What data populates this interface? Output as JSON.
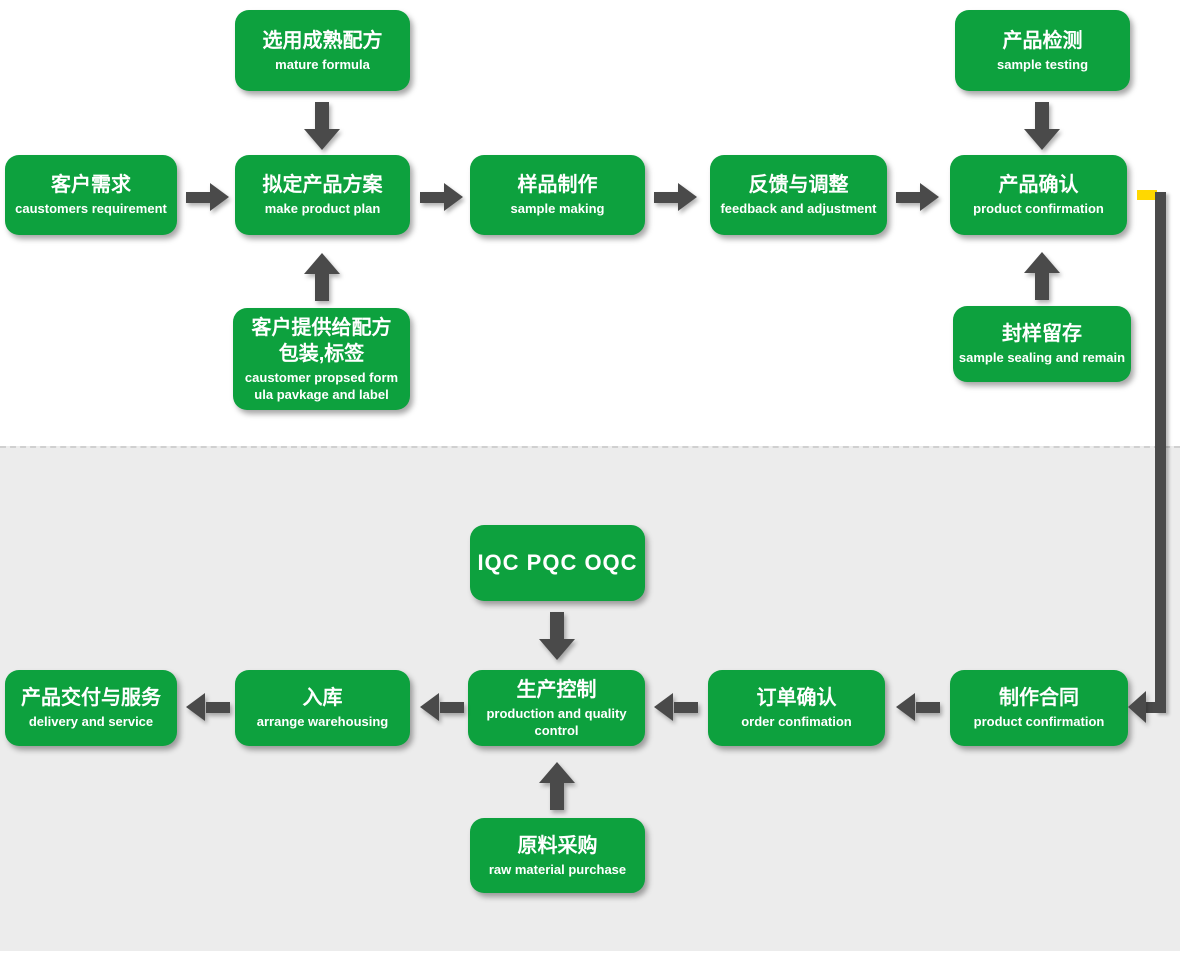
{
  "colors": {
    "box_green": "#0da13e",
    "arrow_gray": "#4a4a4a",
    "connector_yellow": "#ffd800",
    "section_gray": "#ececec",
    "text_white": "#ffffff"
  },
  "nodes": [
    {
      "id": "mature-formula",
      "title": "选用成熟配方",
      "subtitle": "mature formula"
    },
    {
      "id": "sample-testing",
      "title": "产品检测",
      "subtitle": "sample testing"
    },
    {
      "id": "customer-requirement",
      "title": "客户需求",
      "subtitle": "caustomers requirement"
    },
    {
      "id": "make-product-plan",
      "title": "拟定产品方案",
      "subtitle": "make product plan"
    },
    {
      "id": "sample-making",
      "title": "样品制作",
      "subtitle": "sample making"
    },
    {
      "id": "feedback-adjustment",
      "title": "反馈与调整",
      "subtitle": "feedback and adjustment"
    },
    {
      "id": "product-confirmation",
      "title": "产品确认",
      "subtitle": "product confirmation"
    },
    {
      "id": "customer-formula",
      "title": "客户提供给配方",
      "title_line2": "包装,标签",
      "subtitle": "caustomer propsed form",
      "subtitle_line2": "ula pavkage and label"
    },
    {
      "id": "sample-sealing",
      "title": "封样留存",
      "subtitle": "sample sealing and remain"
    },
    {
      "id": "iqc-pqc-oqc",
      "title": "IQC PQC OQC",
      "subtitle": ""
    },
    {
      "id": "delivery-service",
      "title": "产品交付与服务",
      "subtitle": "delivery and service"
    },
    {
      "id": "warehousing",
      "title": "入库",
      "subtitle": "arrange warehousing"
    },
    {
      "id": "production-control",
      "title": "生产控制",
      "subtitle": "production and quality control"
    },
    {
      "id": "order-confirmation",
      "title": "订单确认",
      "subtitle": "order confimation"
    },
    {
      "id": "make-contract",
      "title": "制作合同",
      "subtitle": "product confirmation"
    },
    {
      "id": "raw-material",
      "title": "原料采购",
      "subtitle": "raw material purchase"
    }
  ]
}
